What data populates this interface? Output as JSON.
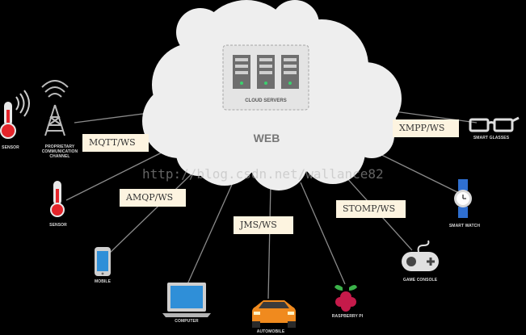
{
  "hub": {
    "label": "WEB",
    "servers_label": "CLOUD SERVERS"
  },
  "protocols": {
    "mqtt": "MQTT/WS",
    "amqp": "AMQP/WS",
    "jms": "JMS/WS",
    "stomp": "STOMP/WS",
    "xmpp": "XMPP/WS"
  },
  "devices": {
    "sensor_top": "SENSOR",
    "channel_line1": "PROPRIETARY",
    "channel_line2": "COMMUNICATION",
    "channel_line3": "CHANNEL",
    "sensor": "SENSOR",
    "mobile": "MOBILE",
    "computer": "COMPUTER",
    "automobile": "AUTOMOBILE",
    "raspberry_pi": "RASPBERRY PI",
    "game_console": "GAME CONSOLE",
    "smart_watch": "SMART WATCH",
    "smart_glasses": "SMART GLASSES"
  },
  "watermark": "http://blog.csdn.net/wallance82",
  "colors": {
    "background": "#000000",
    "cloud": "#eeeeee",
    "sensor_red": "#e4242a",
    "raspberry_red": "#c51a4a",
    "car_orange": "#f08a1e",
    "screen_blue": "#2f8fd8",
    "protocol_box": "#fdf4e0",
    "connector": "#8a8a8a"
  }
}
